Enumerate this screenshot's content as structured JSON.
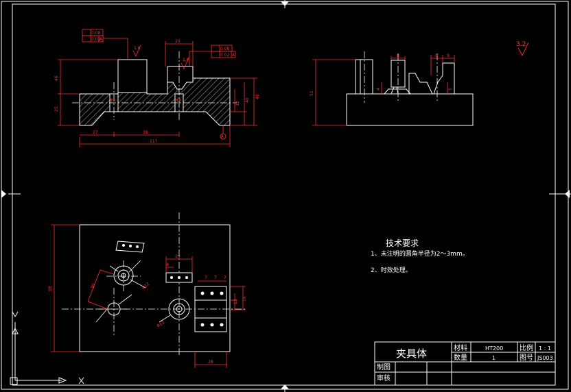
{
  "drawing": {
    "title_block": {
      "part_name": "夹具体",
      "material_label": "材料",
      "material_value": "HT200",
      "scale_label": "比例",
      "scale_value": "1 : 1",
      "quantity_label": "数量",
      "quantity_value": "1",
      "drawing_no_label": "图号",
      "drawing_no_value": "JS003",
      "drawn_by_label": "制图",
      "checked_by_label": "审核"
    },
    "tech_requirements": {
      "heading": "技术要求",
      "items": [
        "1、未注明的圆角半径为2～3mm。",
        "2、时效处理。"
      ]
    },
    "roughness": "3.2",
    "front_view": {
      "dims": {
        "d20": "20",
        "d46": "46",
        "d25": "25",
        "d27": "27",
        "d38": "38",
        "d117": "117",
        "d32": "32",
        "d40": "40",
        "d46r": "46",
        "phi8a": "Φ8",
        "phi8b": "Φ8"
      },
      "tolerances": {
        "left_flat": "0.08",
        "left_par": "0.02",
        "left_datum": "A",
        "right_flat": "0.08",
        "right_par": "0.02",
        "right_datum": "A"
      },
      "roughness_left": "1.6",
      "roughness_right": "1.6",
      "datum_label": "A"
    },
    "side_view": {
      "dims": {
        "d51": "51",
        "d8a": "8",
        "d9a": "9",
        "d9b": "9",
        "d4": "4",
        "d5": "5"
      }
    },
    "top_view": {
      "dims": {
        "d98": "98",
        "d20": "20",
        "d4": "4",
        "d7a": "7",
        "d7b": "7",
        "d7c": "7",
        "d13": "13",
        "d16": "16",
        "d28": "28",
        "d30": "30",
        "phi12a": "Φ12",
        "phi12b": "Φ12"
      }
    }
  }
}
